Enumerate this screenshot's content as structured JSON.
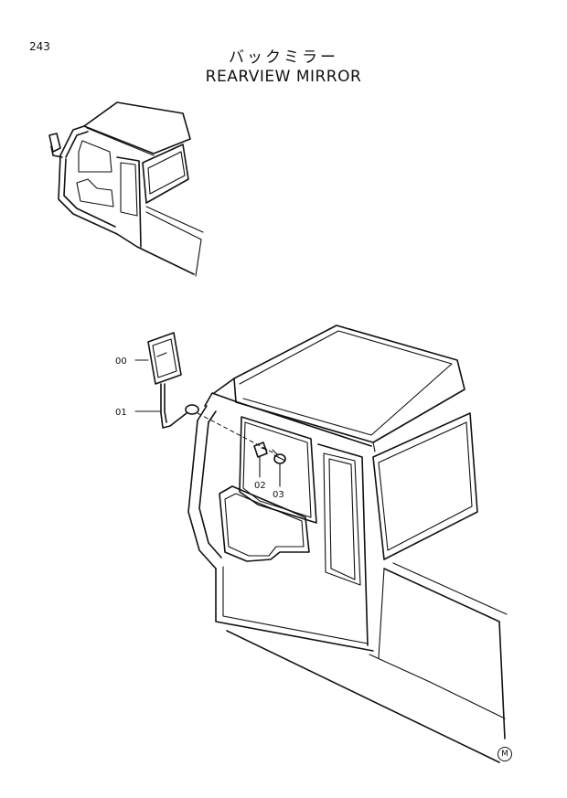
{
  "page": {
    "number": "243",
    "title_jp": "バックミラー",
    "title_en": "REARVIEW MIRROR",
    "mark": "M"
  },
  "parts": [
    {
      "label": "00"
    },
    {
      "label": "01"
    },
    {
      "label": "02"
    },
    {
      "label": "03"
    }
  ]
}
